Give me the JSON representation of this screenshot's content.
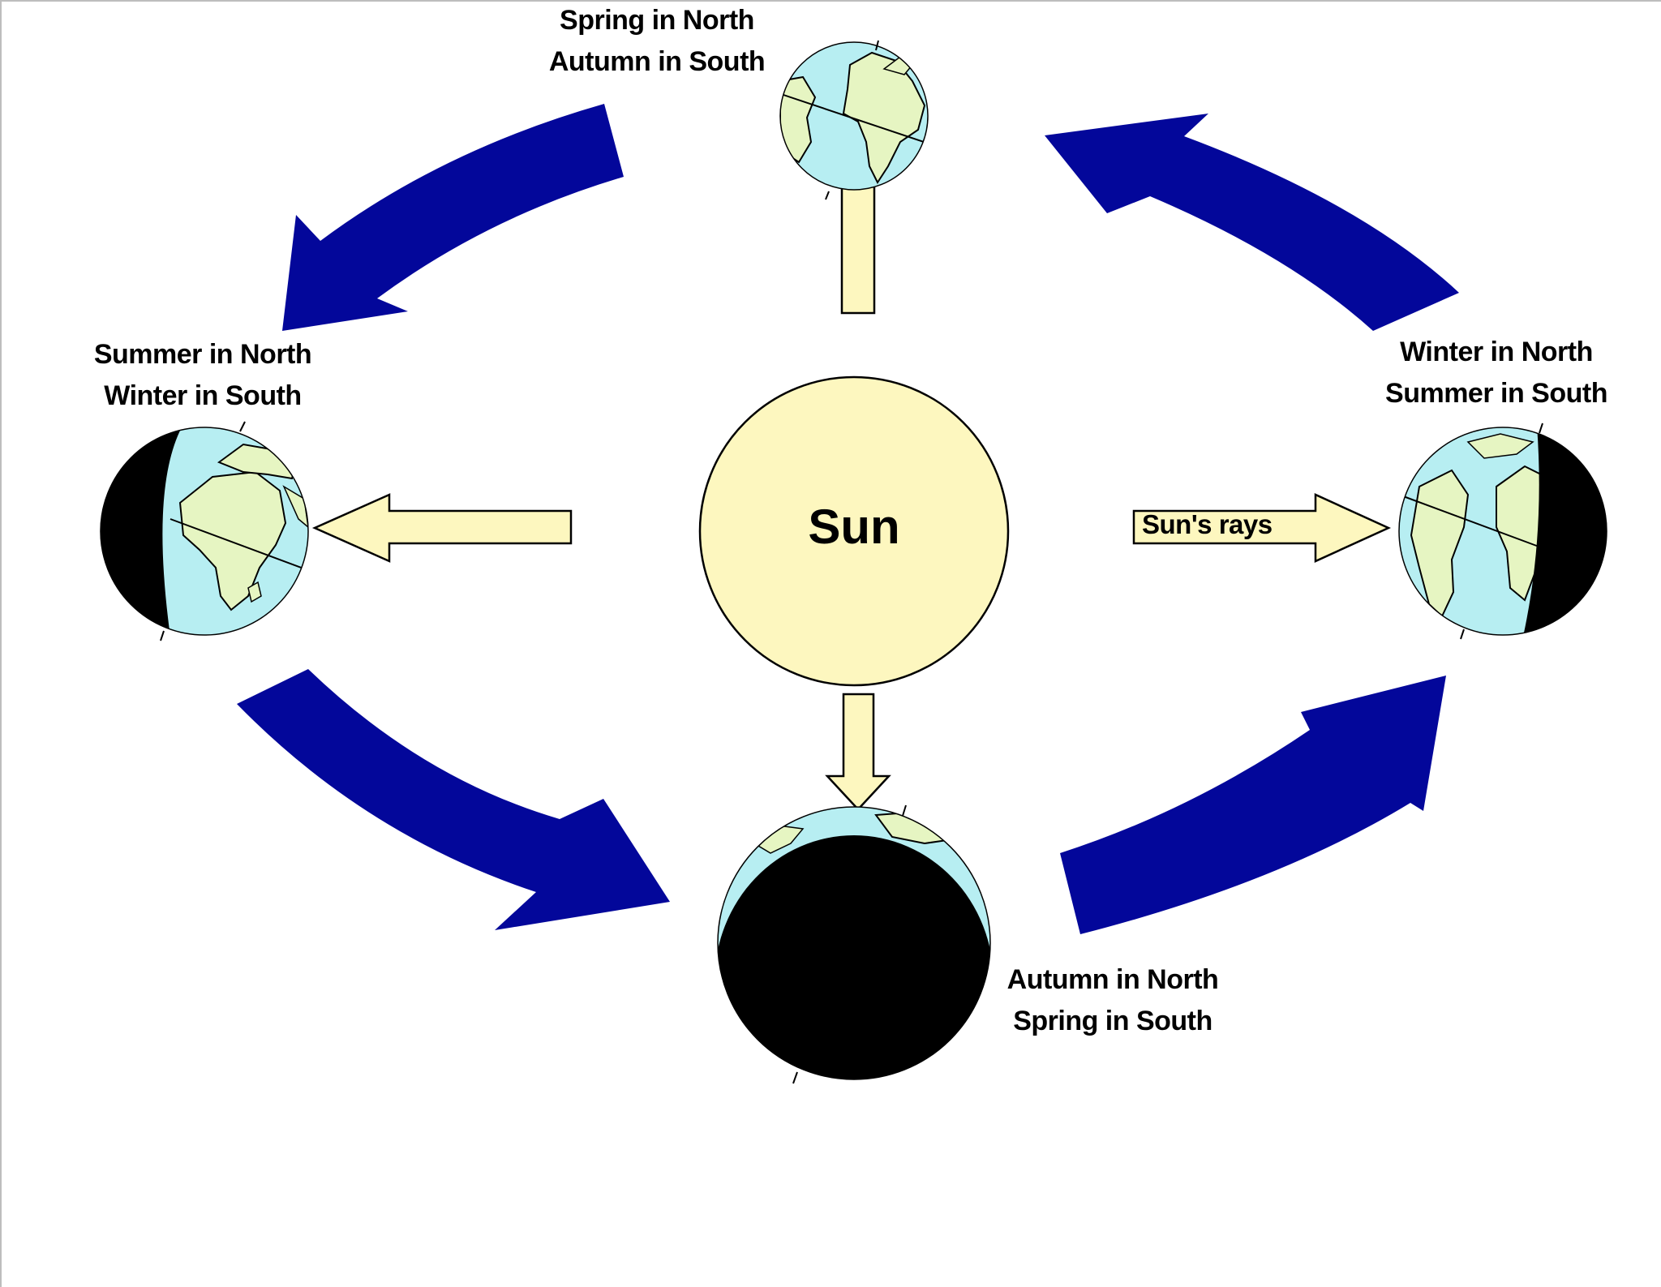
{
  "diagram": {
    "sun_label": "Sun",
    "rays_label": "Sun's rays",
    "seasons": {
      "top": {
        "line1": "Spring in North",
        "line2": "Autumn in South"
      },
      "left": {
        "line1": "Summer in North",
        "line2": "Winter in South"
      },
      "right": {
        "line1": "Winter in North",
        "line2": "Summer in South"
      },
      "bottom": {
        "line1": "Autumn in North",
        "line2": "Spring in South"
      }
    },
    "colors": {
      "sun": "#fdf7bf",
      "ray_arrow": "#fdf7bf",
      "orbit_arrow": "#03079a",
      "ocean": "#b7eef2",
      "land": "#e6f5c2",
      "night": "#000000"
    }
  }
}
